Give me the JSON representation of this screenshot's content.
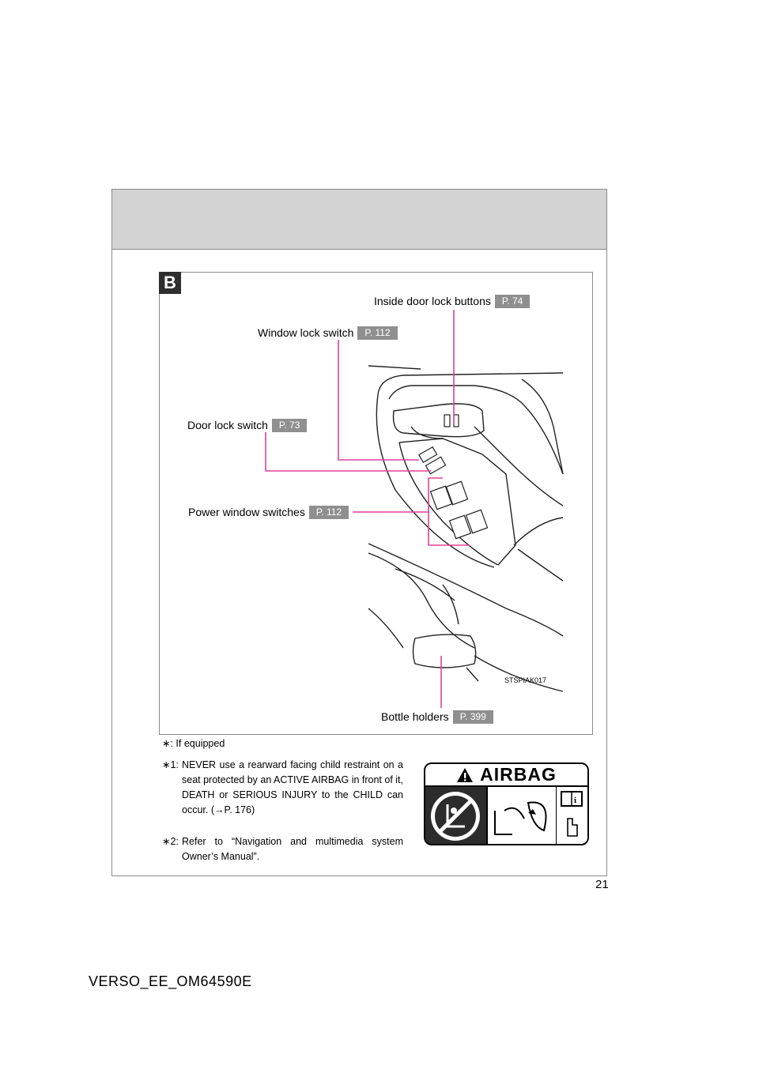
{
  "section_letter": "B",
  "callouts": {
    "inside_door_lock": {
      "label": "Inside door lock buttons",
      "page": "P. 74"
    },
    "window_lock": {
      "label": "Window lock switch",
      "page": "P. 112"
    },
    "door_lock": {
      "label": "Door lock switch",
      "page": "P. 73"
    },
    "power_window": {
      "label": "Power window switches",
      "page": "P. 112"
    },
    "bottle_holders": {
      "label": "Bottle holders",
      "page": "P. 399"
    }
  },
  "illustration_code": "STSPIAK017",
  "notes": {
    "if_equipped": "∗: If equipped",
    "note1_marker": "∗1:",
    "note1_text": "NEVER use a rearward facing child restraint on a seat protected by an ACTIVE AIRBAG in front of it, DEATH or SERIOUS INJURY to the CHILD can occur. (→P. 176)",
    "note2_marker": "∗2:",
    "note2_text": "Refer to “Navigation and multimedia system Owner’s Manual”."
  },
  "airbag_label": {
    "title": "AIRBAG"
  },
  "page_number": "21",
  "doc_id": "VERSO_EE_OM64590E",
  "colors": {
    "leader": "#e0409a",
    "tag": "#8f8f8f",
    "header_band": "#d3d3d3"
  }
}
